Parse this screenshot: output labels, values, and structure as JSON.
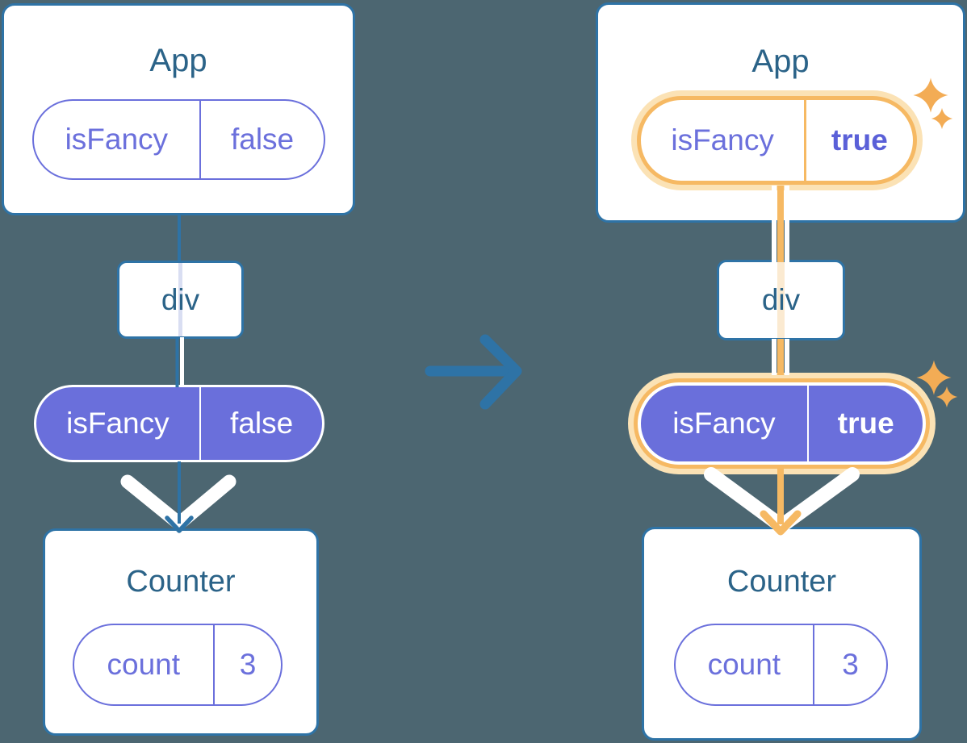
{
  "panels": {
    "before": {
      "app_title": "App",
      "app_prop_name": "isFancy",
      "app_prop_value": "false",
      "div_label": "div",
      "passed_prop_name": "isFancy",
      "passed_prop_value": "false",
      "counter_title": "Counter",
      "state_name": "count",
      "state_value": "3"
    },
    "after": {
      "app_title": "App",
      "app_prop_name": "isFancy",
      "app_prop_value": "true",
      "div_label": "div",
      "passed_prop_name": "isFancy",
      "passed_prop_value": "true",
      "counter_title": "Counter",
      "state_name": "count",
      "state_value": "3"
    }
  },
  "icons": {
    "transition_arrow": "right-arrow",
    "pass_down_chevron": "down-chevron",
    "highlight_sparkles": "sparkles"
  },
  "colors": {
    "background": "#4C6671",
    "card_border_blue": "#2E73A6",
    "heading_text": "#2B6388",
    "purple_fill": "#6A6FDB",
    "purple_text": "#6B70DC",
    "purple_bold_text": "#5A60D8",
    "highlight_orange": "#F6B963",
    "highlight_glow": "#FBE2B5",
    "sparkle_orange": "#F3AC55",
    "faint_lavender_line": "#D9DEF2",
    "faint_peach_line": "#FBEAD1",
    "white": "#FFFFFF"
  }
}
